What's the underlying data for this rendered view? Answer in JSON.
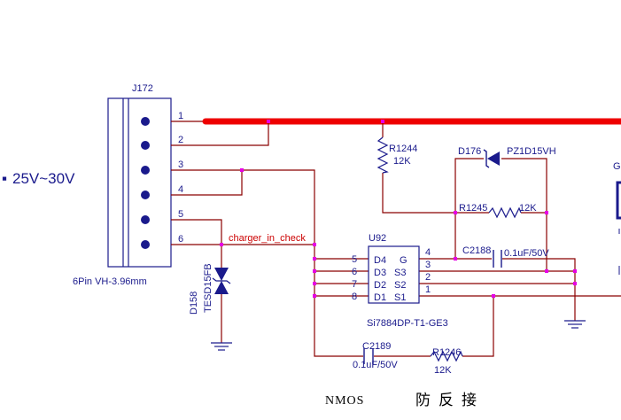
{
  "supply_label": "25V~30V",
  "connector": {
    "designator": "J172",
    "footprint": "6Pin VH-3.96mm",
    "pins": [
      "1",
      "2",
      "3",
      "4",
      "5",
      "6"
    ]
  },
  "net_label": "charger_in_check",
  "tvs": {
    "designator": "D158",
    "part": "TESD15FB"
  },
  "resistors": [
    {
      "designator": "R1244",
      "value": "12K"
    },
    {
      "designator": "R1245",
      "value": "12K"
    },
    {
      "designator": "R1246",
      "value": "12K"
    }
  ],
  "zener": {
    "designator": "D176",
    "part": "PZ1D15VH"
  },
  "capacitors": [
    {
      "designator": "C2188",
      "value": "0.1uF/50V"
    },
    {
      "designator": "C2189",
      "value": "0.1uF/50V"
    }
  ],
  "mosfet": {
    "designator": "U92",
    "part": "Si7884DP-T1-GE3",
    "left_pins": [
      {
        "num": "5",
        "name": "D4"
      },
      {
        "num": "6",
        "name": "D3"
      },
      {
        "num": "7",
        "name": "D2"
      },
      {
        "num": "8",
        "name": "D1"
      }
    ],
    "right_pins": [
      {
        "num": "4",
        "name": "G"
      },
      {
        "num": "3",
        "name": "S3"
      },
      {
        "num": "2",
        "name": "S2"
      },
      {
        "num": "1",
        "name": "S1"
      }
    ]
  },
  "offpage_label": "G",
  "footnote_en": "NMOS",
  "footnote_cn": "防反接"
}
